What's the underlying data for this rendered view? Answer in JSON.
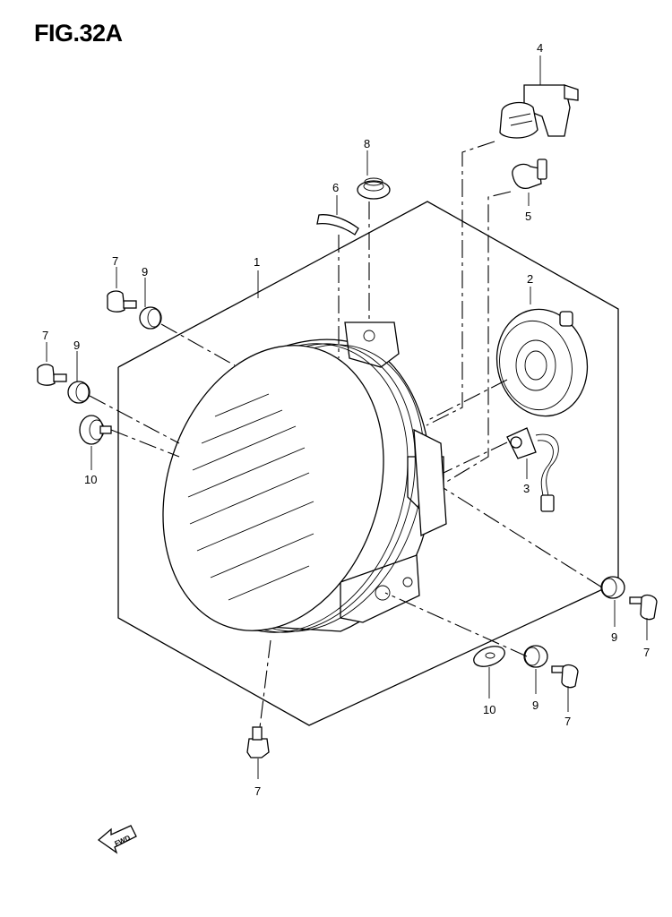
{
  "figure": {
    "title": "FIG.32A",
    "fwd_label": "FWD"
  },
  "callouts": [
    {
      "id": "c1",
      "label": "1"
    },
    {
      "id": "c2",
      "label": "2"
    },
    {
      "id": "c3",
      "label": "3"
    },
    {
      "id": "c4",
      "label": "4"
    },
    {
      "id": "c5",
      "label": "5"
    },
    {
      "id": "c6",
      "label": "6"
    },
    {
      "id": "c7a",
      "label": "7"
    },
    {
      "id": "c7b",
      "label": "7"
    },
    {
      "id": "c7c",
      "label": "7"
    },
    {
      "id": "c7d",
      "label": "7"
    },
    {
      "id": "c7e",
      "label": "7"
    },
    {
      "id": "c8",
      "label": "8"
    },
    {
      "id": "c9a",
      "label": "9"
    },
    {
      "id": "c9b",
      "label": "9"
    },
    {
      "id": "c9c",
      "label": "9"
    },
    {
      "id": "c9d",
      "label": "9"
    },
    {
      "id": "c10a",
      "label": "10"
    },
    {
      "id": "c10b",
      "label": "10"
    }
  ]
}
